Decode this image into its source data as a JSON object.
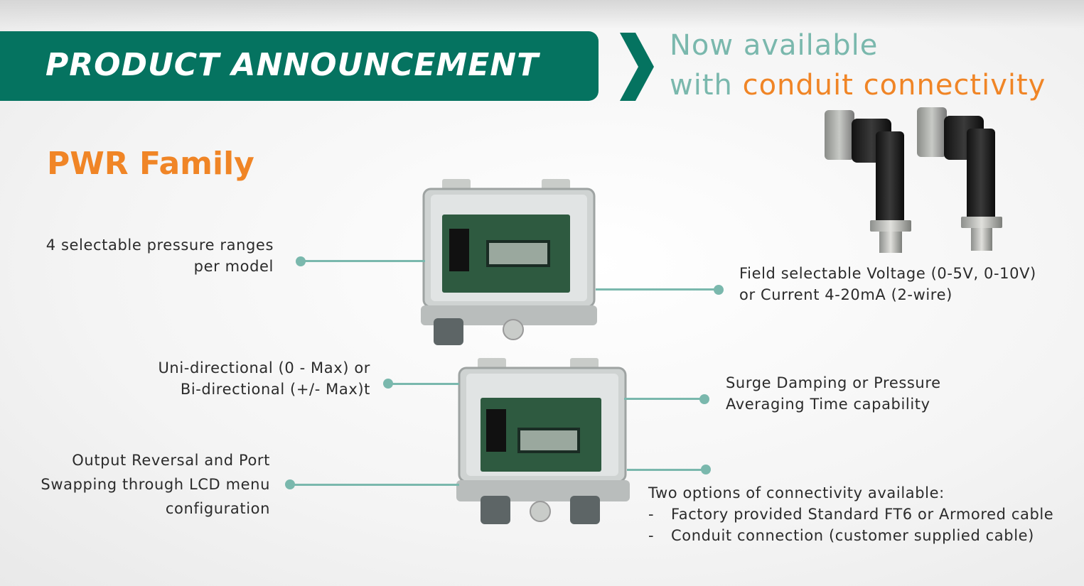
{
  "banner": {
    "title": "PRODUCT ANNOUNCEMENT"
  },
  "tagline": {
    "line1": "Now available",
    "line2_prefix": "with ",
    "line2_accent": "conduit connectivity"
  },
  "family": {
    "title": "PWR Family"
  },
  "features": {
    "ranges": [
      "4 selectable pressure ranges",
      "per model"
    ],
    "directional": [
      "Uni-directional (0 - Max) or",
      "Bi-directional (+/- Max)t"
    ],
    "reversal": [
      "Output Reversal and Port",
      "Swapping through LCD menu",
      "configuration"
    ],
    "voltage": [
      "Field selectable Voltage (0-5V, 0-10V)",
      "or Current 4-20mA (2-wire)"
    ],
    "surge": [
      "Surge Damping or Pressure",
      "Averaging Time capability"
    ],
    "connectivity": {
      "title": "Two options of connectivity available:",
      "options": [
        "Factory provided Standard FT6 or Armored cable",
        "Conduit connection (customer supplied cable)"
      ],
      "bullet": "-"
    }
  },
  "colors": {
    "brand_green": "#057360",
    "accent_orange": "#f08526",
    "teal": "#7ab8ad"
  },
  "icons": [
    "chevron-right-icon"
  ]
}
